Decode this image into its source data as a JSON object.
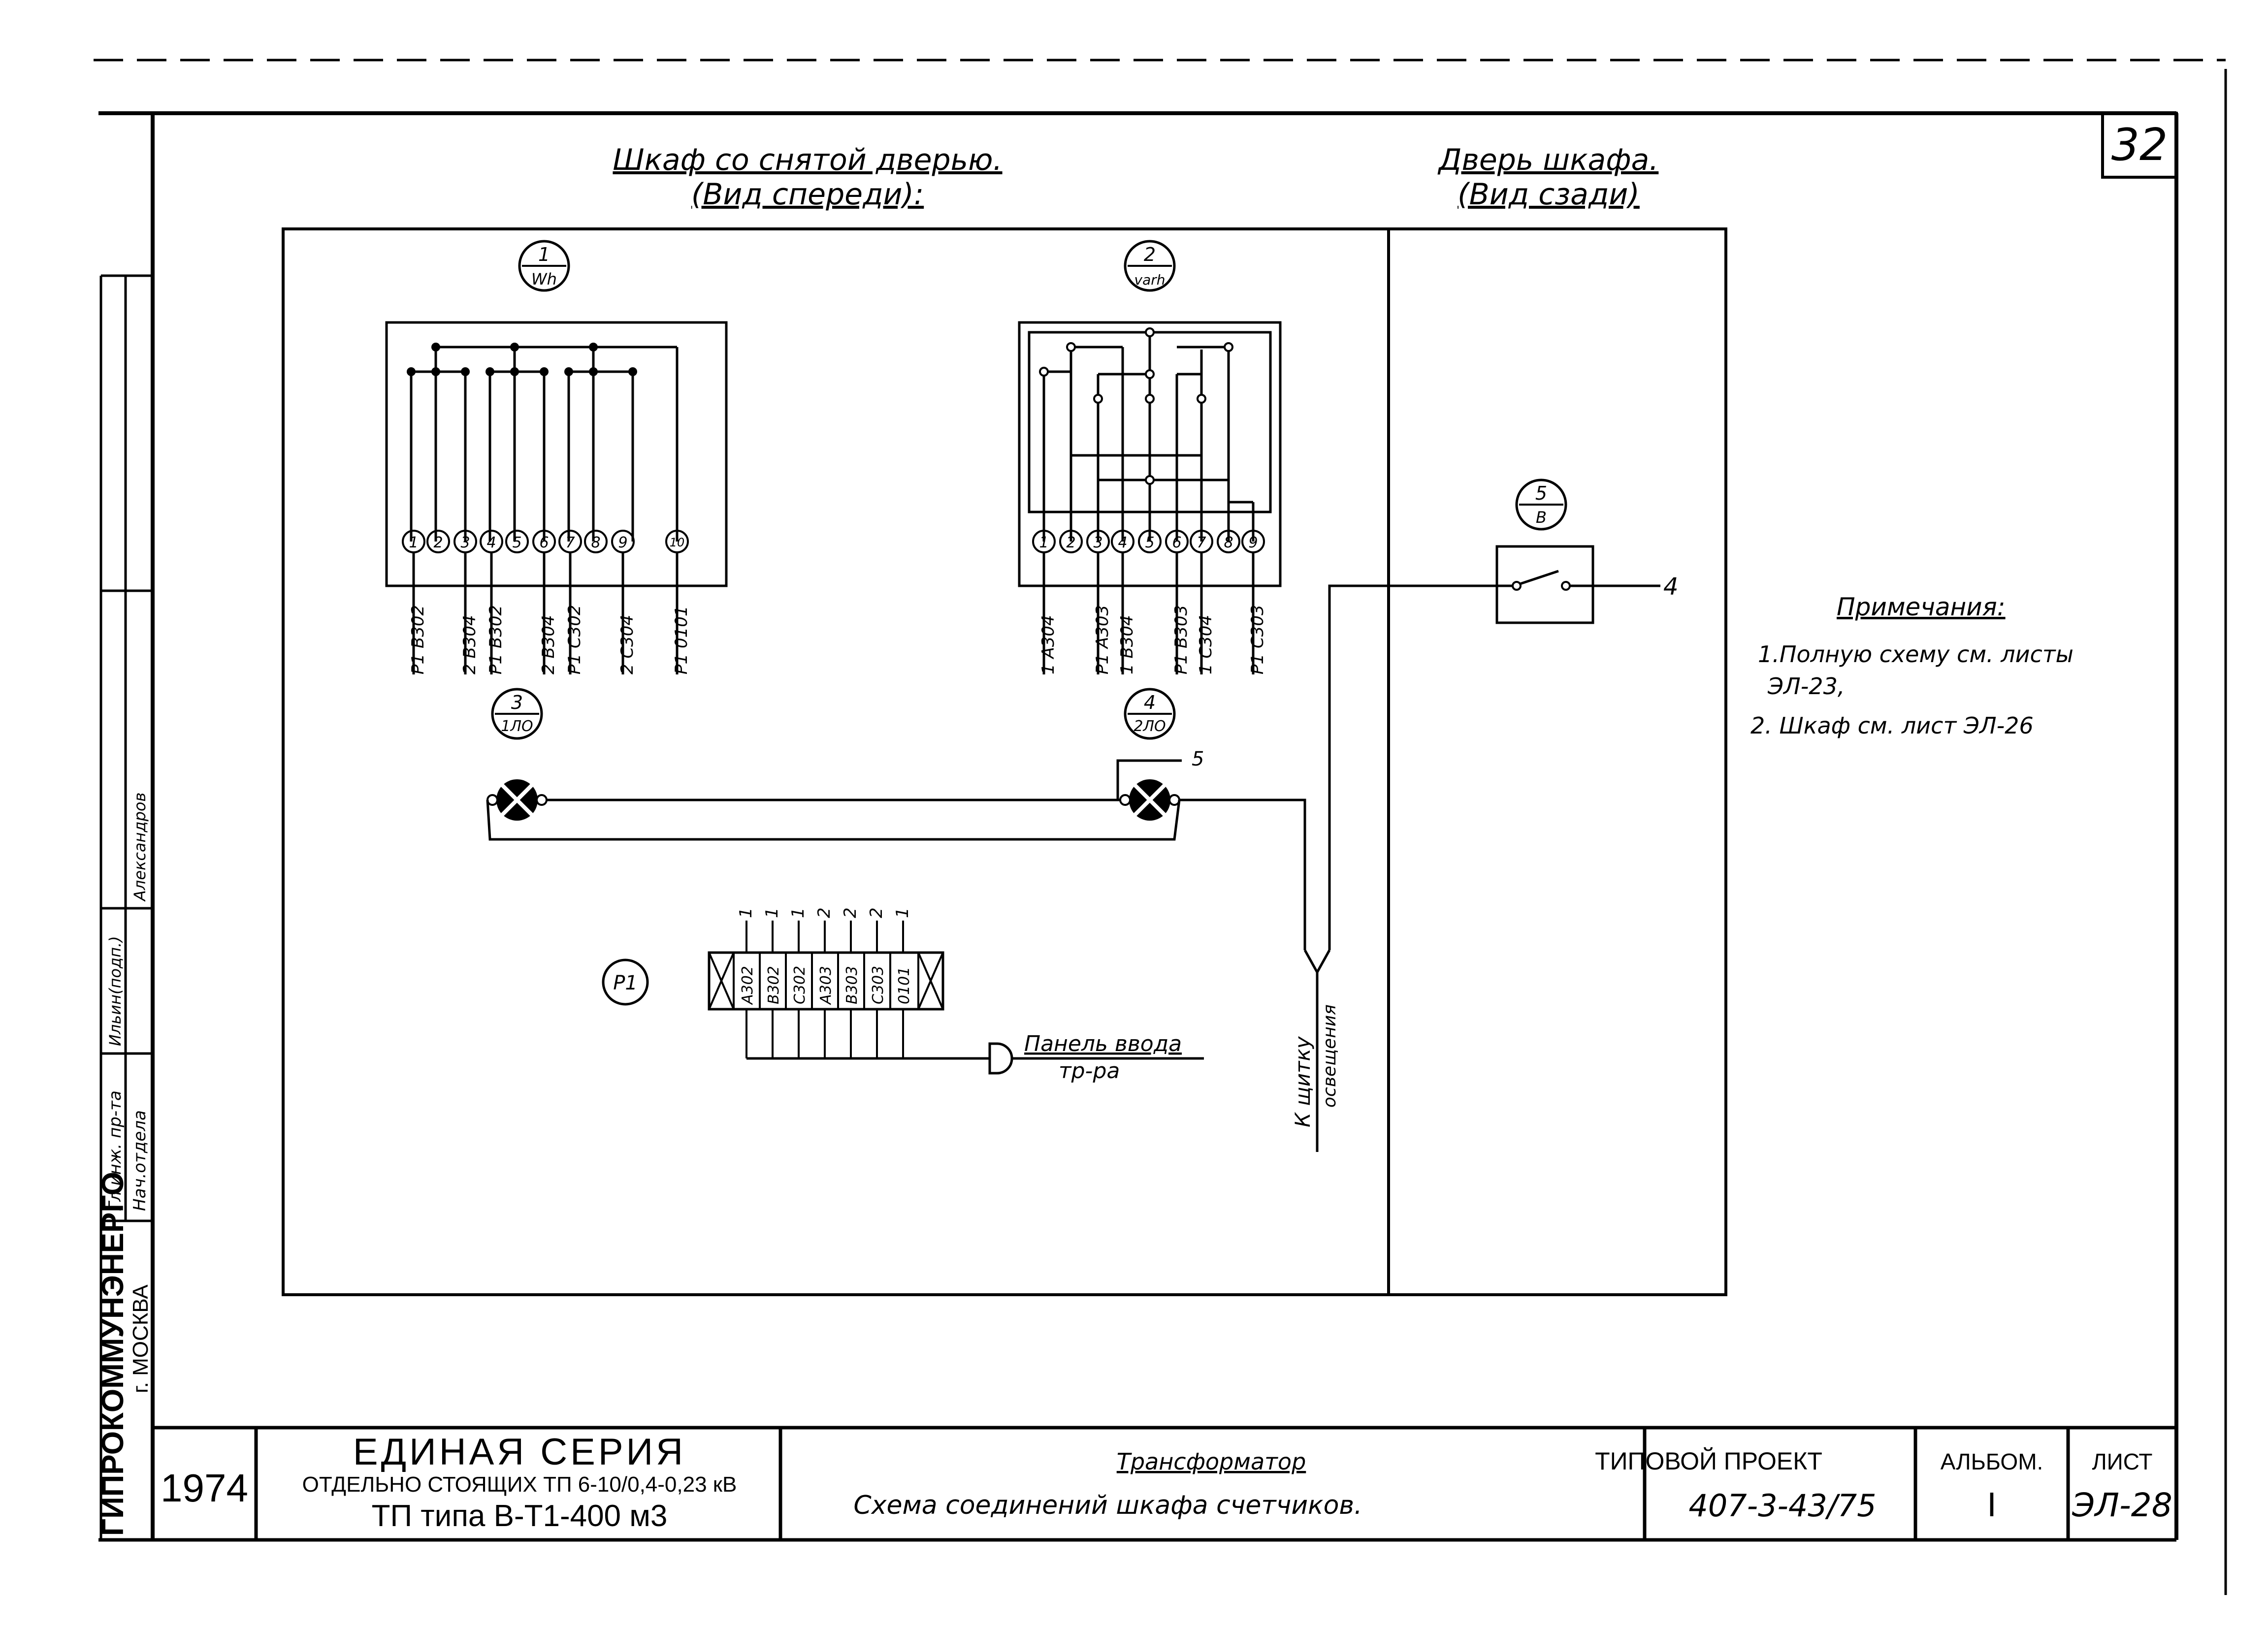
{
  "sheet_number": "32",
  "cabinet": {
    "title_line1": "Шкаф со снятой дверью.",
    "title_line2": "(Вид спереди):"
  },
  "door": {
    "title_line1": "Дверь шкафа.",
    "title_line2": "(Вид сзади)"
  },
  "meter1": {
    "number": "1",
    "code": "Wh",
    "terminals": [
      "1",
      "2",
      "3",
      "4",
      "5",
      "6",
      "7",
      "8",
      "9",
      "10"
    ],
    "wires": [
      "Р1 В302",
      "2 В304",
      "Р1 В302",
      "2 В304",
      "Р1 С302",
      "2 С304",
      "Р1 0101"
    ]
  },
  "meter2": {
    "number": "2",
    "code": "varh",
    "terminals": [
      "1",
      "2",
      "3",
      "4",
      "5",
      "6",
      "7",
      "8",
      "9"
    ],
    "wires": [
      "1 А304",
      "Р1 А303",
      "1 В304",
      "Р1 В303",
      "1 С304",
      "Р1 С303"
    ]
  },
  "lamp1": {
    "number": "3",
    "code": "1ЛО"
  },
  "lamp2": {
    "number": "4",
    "code": "2ЛО",
    "wire": "5"
  },
  "switch": {
    "number": "5",
    "code": "В",
    "wire": "4"
  },
  "terminal_block": {
    "label": "Р1",
    "top_numbers": [
      "1",
      "1",
      "1",
      "2",
      "2",
      "2",
      "1"
    ],
    "codes": [
      "А302",
      "В302",
      "С302",
      "А303",
      "В303",
      "С303",
      "0101"
    ],
    "panel_label_line1": "Панель ввода",
    "panel_label_line2": "тр-ра"
  },
  "lighting": {
    "line1": "К щитку",
    "line2": "освещения"
  },
  "notes": {
    "heading": "Примечания:",
    "items": [
      "1.Полную схему см. листы",
      "ЭЛ-23,",
      "2. Шкаф см. лист ЭЛ-26"
    ]
  },
  "left_stamp": {
    "org": "ГИПРОКОММУНЭНЕРГО",
    "city": "г. МОСКВА",
    "role1": "Гл.инж. пр-та",
    "role2": "Нач.отдела",
    "sign1": "Ильин(подп.)",
    "sign2": "Александров"
  },
  "title_block": {
    "year": "1974",
    "series_title": "ЕДИНАЯ СЕРИЯ",
    "series_line2": "ОТДЕЛЬНО СТОЯЩИХ ТП 6-10/0,4-0,23 кВ",
    "series_line3": "ТП типа В-Т1-400 м3",
    "drawing_title": "Трансформатор",
    "drawing_subtitle": "Схема соединений шкафа счетчиков.",
    "project_label": "ТИПОВОЙ ПРОЕКТ",
    "project_number": "407-3-43/75",
    "album_label": "АЛЬБОМ.",
    "album_number": "I",
    "sheet_label": "ЛИСТ",
    "sheet_code": "ЭЛ-28"
  }
}
